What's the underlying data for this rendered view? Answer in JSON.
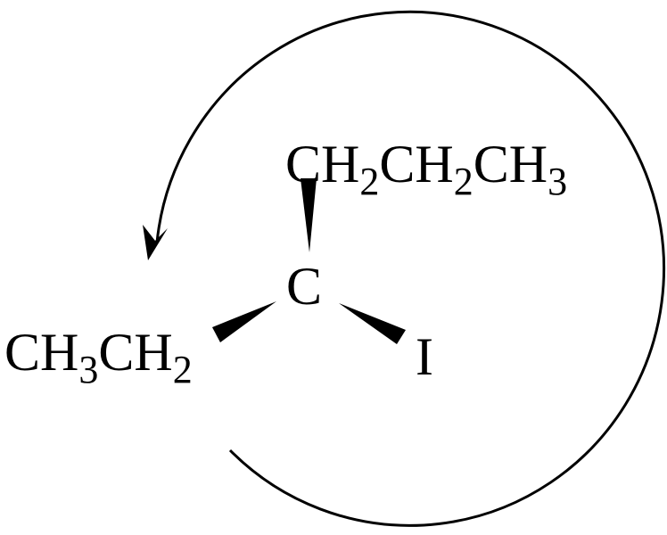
{
  "molecule": {
    "top_group": {
      "parts": [
        "CH",
        "2",
        "CH",
        "2",
        "CH",
        "3"
      ]
    },
    "center_atom": "C",
    "left_group": {
      "parts": [
        "CH",
        "3",
        "CH",
        "2"
      ]
    },
    "right_group": "I"
  },
  "rotation_arrow": {
    "direction": "counterclockwise"
  }
}
